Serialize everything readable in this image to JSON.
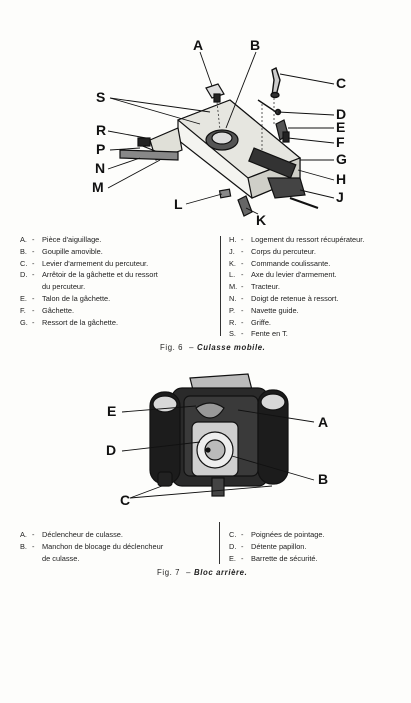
{
  "fig6": {
    "callouts": [
      "A",
      "B",
      "C",
      "S",
      "D",
      "R",
      "E",
      "P",
      "F",
      "N",
      "G",
      "M",
      "H",
      "J",
      "L",
      "K"
    ],
    "legend_left": [
      {
        "letter": "A.",
        "text": "Pièce d'aiguillage."
      },
      {
        "letter": "B.",
        "text": "Goupille amovible."
      },
      {
        "letter": "C.",
        "text": "Levier d'armement du percuteur."
      },
      {
        "letter": "D.",
        "text": "Arrêtoir de la gâchette et du ressort",
        "cont": "du percuteur."
      },
      {
        "letter": "E.",
        "text": "Talon de la gâchette."
      },
      {
        "letter": "F.",
        "text": "Gâchette."
      },
      {
        "letter": "G.",
        "text": "Ressort de la gâchette."
      }
    ],
    "legend_right": [
      {
        "letter": "H.",
        "text": "Logement du ressort récupérateur."
      },
      {
        "letter": "J.",
        "text": "Corps du percuteur."
      },
      {
        "letter": "K.",
        "text": "Commande coulissante."
      },
      {
        "letter": "L.",
        "text": "Axe du levier d'armement."
      },
      {
        "letter": "M.",
        "text": "Tracteur."
      },
      {
        "letter": "N.",
        "text": "Doigt de retenue à ressort."
      },
      {
        "letter": "P.",
        "text": "Navette guide."
      },
      {
        "letter": "R.",
        "text": "Griffe."
      },
      {
        "letter": "S.",
        "text": "Fente en T."
      }
    ],
    "caption": {
      "num": "Fig. 6",
      "sep": "–",
      "title": "Culasse mobile."
    }
  },
  "fig7": {
    "callouts": [
      "E",
      "A",
      "D",
      "B",
      "C"
    ],
    "legend_left": [
      {
        "letter": "A.",
        "text": "Déclencheur de culasse."
      },
      {
        "letter": "B.",
        "text": "Manchon de blocage du déclencheur",
        "cont": "de culasse."
      }
    ],
    "legend_right": [
      {
        "letter": "C.",
        "text": "Poignées de pointage."
      },
      {
        "letter": "D.",
        "text": "Détente papillon."
      },
      {
        "letter": "E.",
        "text": "Barrette de sécurité."
      }
    ],
    "caption": {
      "num": "Fig. 7",
      "sep": "–",
      "title": "Bloc arrière."
    }
  }
}
